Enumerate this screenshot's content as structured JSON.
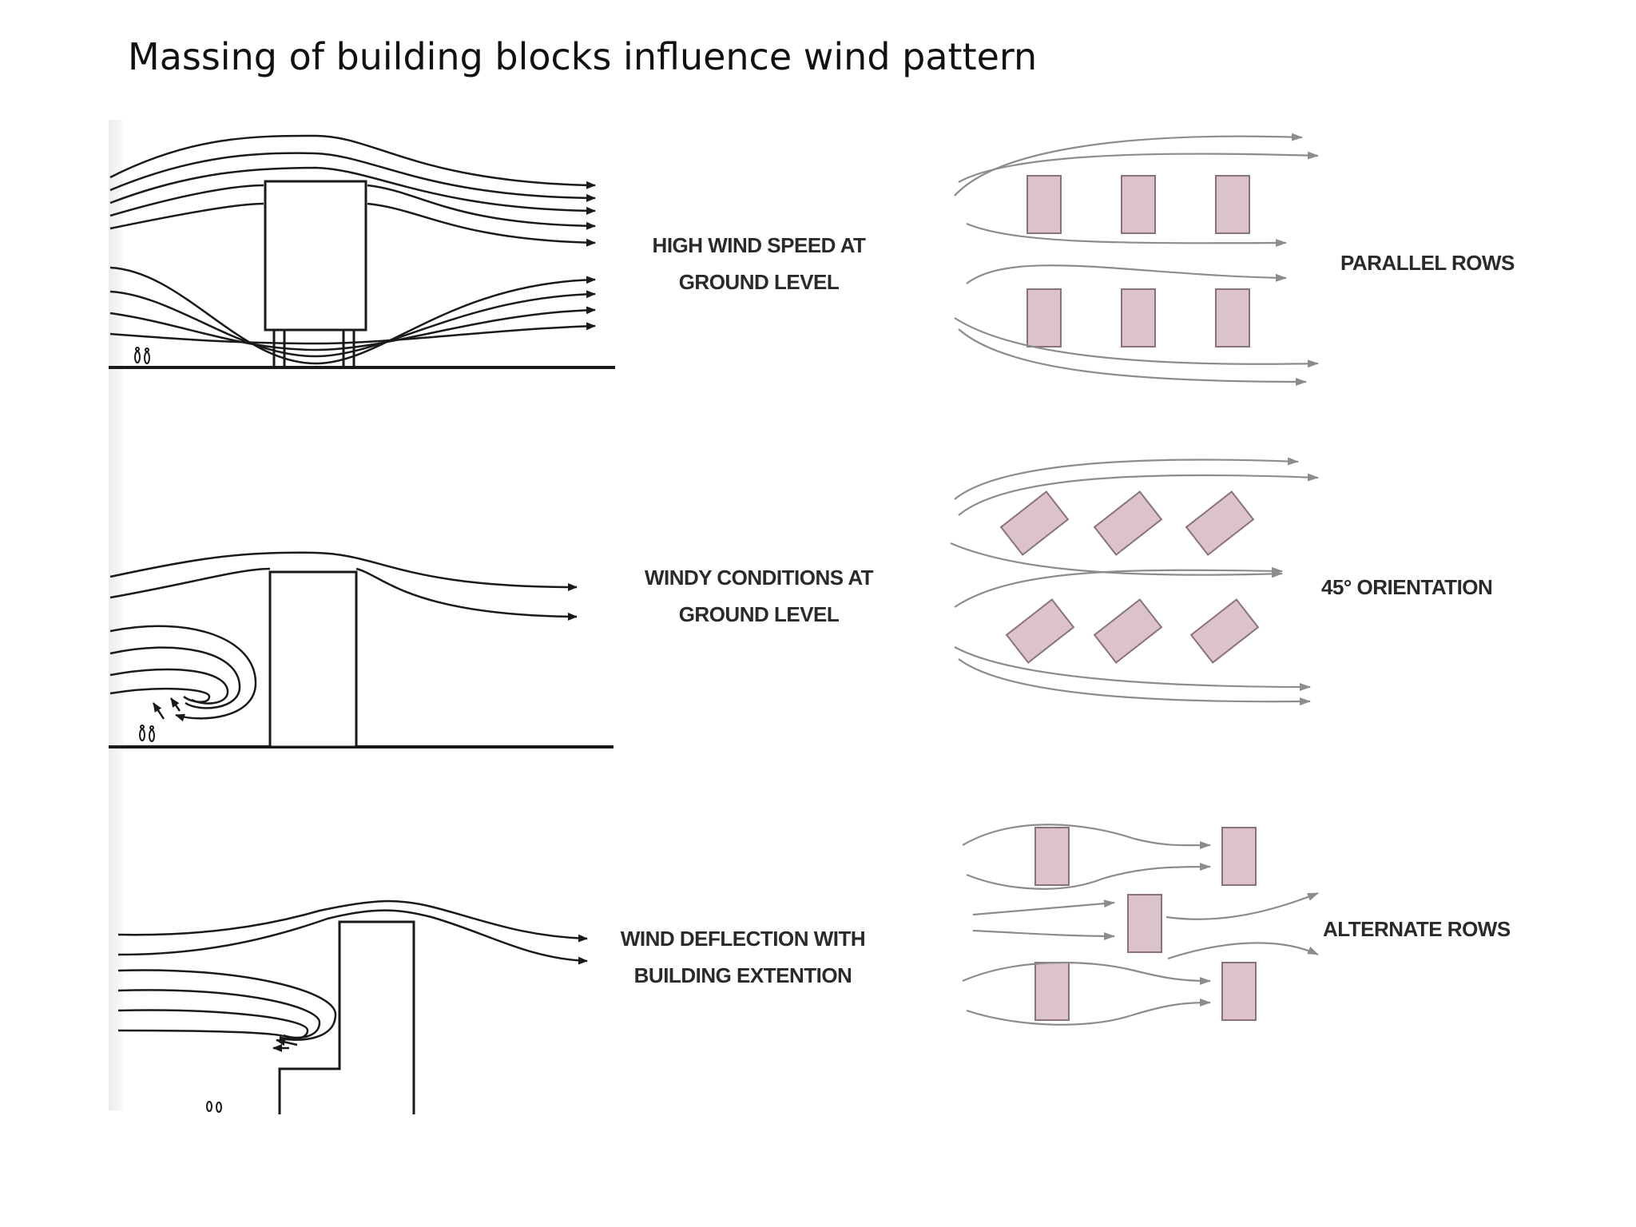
{
  "title": "Massing of building blocks influence wind pattern",
  "colors": {
    "ink": "#1a1a1a",
    "block_fill": "#dcc3cb",
    "block_stroke": "#8a7378",
    "flow_light": "#8c8c8c"
  },
  "section_diagrams": [
    {
      "label_line1": "HIGH WIND SPEED AT",
      "label_line2": "GROUND LEVEL"
    },
    {
      "label_line1": "WINDY CONDITIONS AT",
      "label_line2": "GROUND LEVEL"
    },
    {
      "label_line1": "WIND DEFLECTION WITH",
      "label_line2": "BUILDING EXTENTION"
    }
  ],
  "plan_diagrams": [
    {
      "label": "PARALLEL ROWS"
    },
    {
      "label": "45° ORIENTATION"
    },
    {
      "label": "ALTERNATE ROWS"
    }
  ]
}
